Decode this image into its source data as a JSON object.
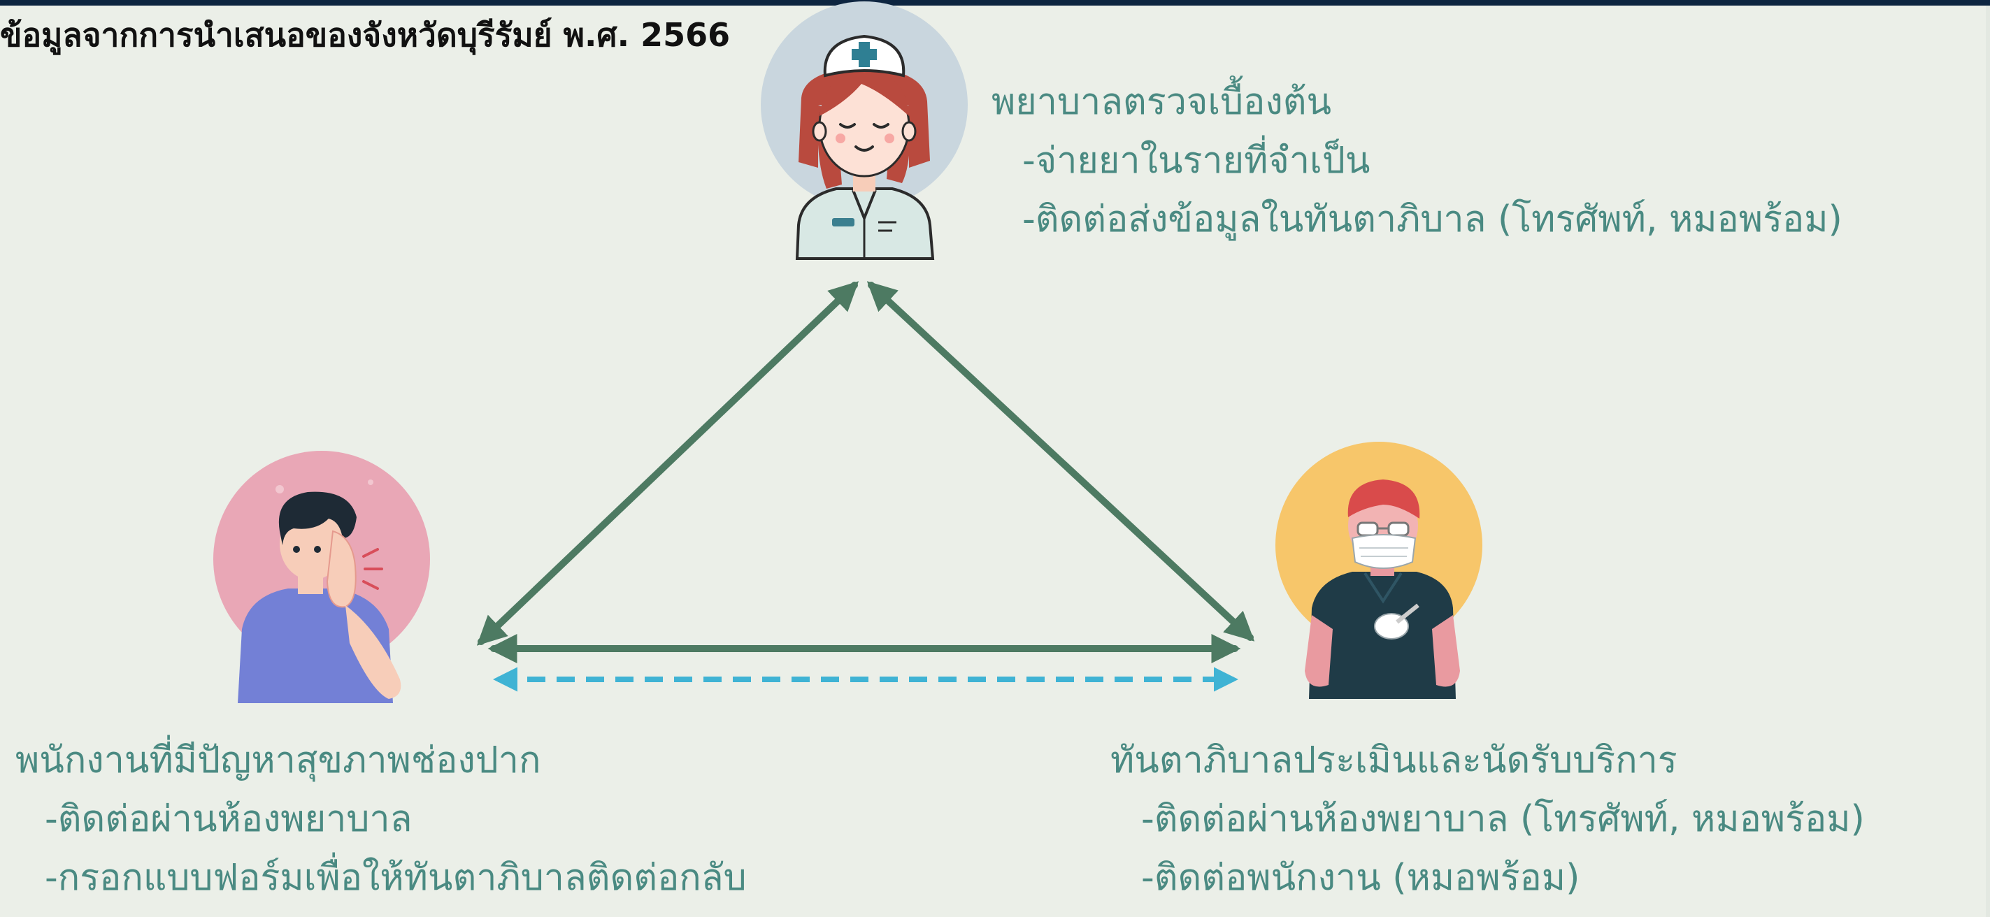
{
  "source_note": "ข้อมูลจากการนำเสนอของจังหวัดบุรีรัมย์ พ.ศ. 2566",
  "nurse": {
    "title": "พยาบาลตรวจเบื้องต้น",
    "details": [
      "-จ่ายยาในรายที่จำเป็น",
      "-ติดต่อส่งข้อมูลในทันตาภิบาล (โทรศัพท์, หมอพร้อม)"
    ]
  },
  "employee": {
    "title": "พนักงานที่มีปัญหาสุขภาพช่องปาก",
    "details": [
      "-ติดต่อผ่านห้องพยาบาล",
      "-กรอกแบบฟอร์มเพื่อให้ทันตาภิบาลติดต่อกลับ"
    ]
  },
  "dentist": {
    "title": "ทันตาภิบาลประเมินและนัดรับบริการ",
    "details": [
      "-ติดต่อผ่านห้องพยาบาล (โทรศัพท์, หมอพร้อม)",
      "-ติดต่อพนักงาน  (หมอพร้อม)"
    ]
  },
  "colors": {
    "background": "#ebefe8",
    "text_teal": "#4a8a82",
    "arrow_green": "#4d7a62",
    "arrow_blue_dashed": "#3fb3d4",
    "nurse_circle": "#c9d6de",
    "employee_circle": "#e9a7b6",
    "dentist_circle": "#f7c66a"
  },
  "icons": {
    "nurse": "nurse-icon",
    "employee": "employee-toothache-icon",
    "dentist": "dentist-masked-icon"
  }
}
